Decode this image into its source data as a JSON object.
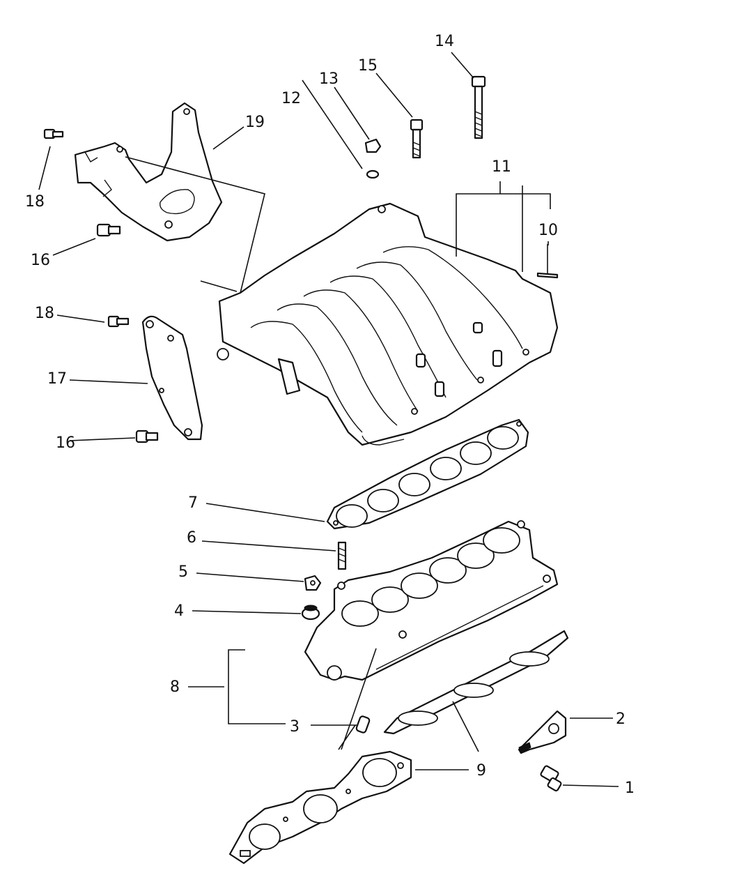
{
  "diagram": {
    "callouts": [
      {
        "id": "c1",
        "label": "1"
      },
      {
        "id": "c2",
        "label": "2"
      },
      {
        "id": "c3",
        "label": "3"
      },
      {
        "id": "c4",
        "label": "4"
      },
      {
        "id": "c5",
        "label": "5"
      },
      {
        "id": "c6",
        "label": "6"
      },
      {
        "id": "c7",
        "label": "7"
      },
      {
        "id": "c8",
        "label": "8"
      },
      {
        "id": "c9",
        "label": "9"
      },
      {
        "id": "c10",
        "label": "10"
      },
      {
        "id": "c11",
        "label": "11"
      },
      {
        "id": "c12",
        "label": "12"
      },
      {
        "id": "c13",
        "label": "13"
      },
      {
        "id": "c14",
        "label": "14"
      },
      {
        "id": "c15",
        "label": "15"
      },
      {
        "id": "c16a",
        "label": "16"
      },
      {
        "id": "c16b",
        "label": "16"
      },
      {
        "id": "c17",
        "label": "17"
      },
      {
        "id": "c18a",
        "label": "18"
      },
      {
        "id": "c18b",
        "label": "18"
      },
      {
        "id": "c19",
        "label": "19"
      }
    ]
  }
}
